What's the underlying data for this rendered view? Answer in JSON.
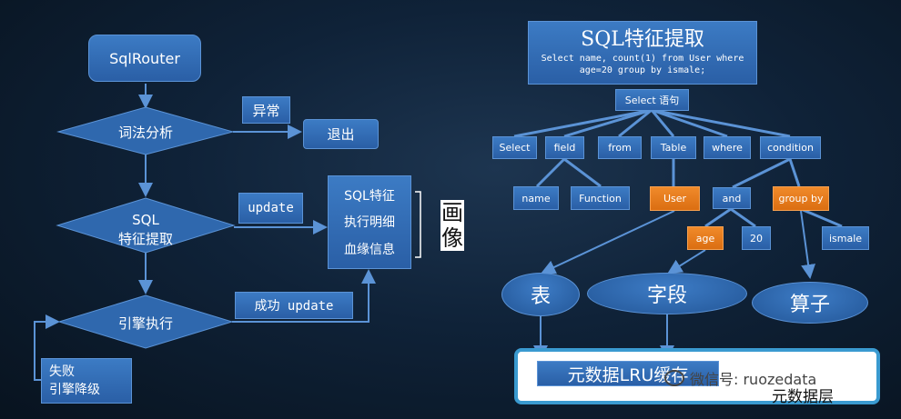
{
  "left": {
    "router": "SqlRouter",
    "lexical": "词法分析",
    "exception": "异常",
    "exit": "退出",
    "sql_extract_line1": "SQL",
    "sql_extract_line2": "特征提取",
    "update": "update",
    "info_items": [
      "SQL特征",
      "执行明细",
      "血缘信息"
    ],
    "portrait": "画像",
    "engine": "引擎执行",
    "success_update": "成功 update",
    "fail_line1": "失败",
    "fail_line2": "引擎降级"
  },
  "right": {
    "title": "SQL特征提取",
    "query": "Select name, count(1) from User where age=20 group by ismale;",
    "root": "Select 语句",
    "level1": [
      "Select",
      "field",
      "from",
      "Table",
      "where",
      "condition"
    ],
    "field_children": [
      "name",
      "Function"
    ],
    "user": "User",
    "and": "and",
    "group_by": "group by",
    "age": "age",
    "twenty": "20",
    "ismale": "ismale",
    "ellipses": [
      "表",
      "字段",
      "算子"
    ],
    "meta_cache": "元数据LRU缓存",
    "wechat": "微信号: ruozedata",
    "meta_layer": "元数据层"
  },
  "colors": {
    "box": "#2f68ae",
    "orange": "#e87a1e",
    "line": "#5b93d6",
    "frame": "#3a9ad0"
  }
}
